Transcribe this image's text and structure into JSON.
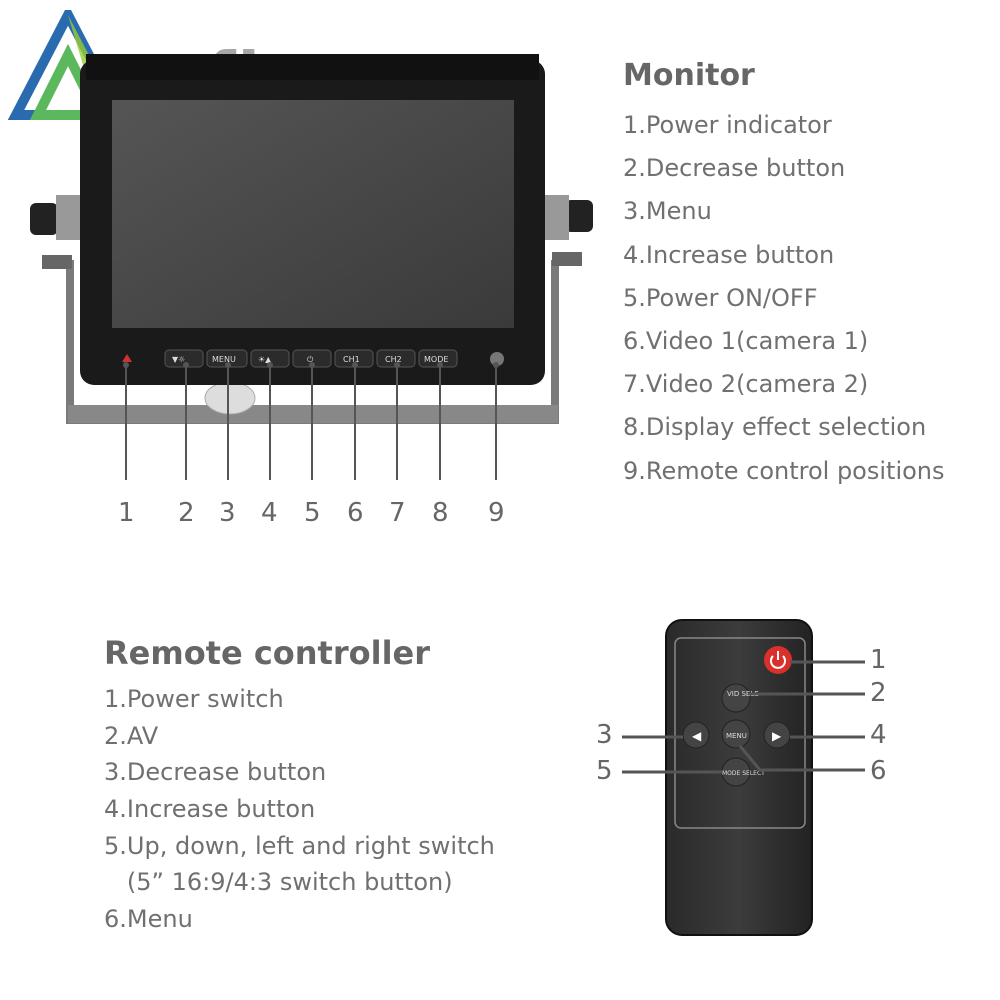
{
  "logo": {
    "text": "ccfly"
  },
  "monitor": {
    "title": "Monitor",
    "items": [
      "1.Power indicator",
      "2.Decrease button",
      "3.Menu",
      "4.Increase button",
      "5.Power ON/OFF",
      "6.Video 1(camera 1)",
      "7.Video 2(camera 2)",
      "8.Display effect selection",
      "9.Remote control positions"
    ],
    "callouts": [
      "1",
      "2",
      "3",
      "4",
      "5",
      "6",
      "7",
      "8",
      "9"
    ],
    "buttons": [
      "▼☼",
      "MENU",
      "☀▲",
      "⏻",
      "CH1",
      "CH2",
      "MODE"
    ]
  },
  "remote": {
    "title": "Remote controller",
    "items": [
      "1.Power switch",
      "2.AV",
      "3.Decrease button",
      "4.Increase button",
      "5.Up, down, left and right switch",
      "   (5” 16:9/4:3 switch button)",
      "6.Menu"
    ],
    "callouts": [
      "1",
      "2",
      "3",
      "4",
      "5",
      "6"
    ],
    "button_labels": {
      "vid": "VID SELE",
      "menu": "MENU",
      "mode": "MODE SELECT"
    }
  },
  "colors": {
    "power_red": "#d9302b",
    "text_gray": "#707070",
    "device_black": "#1a1a1a"
  }
}
